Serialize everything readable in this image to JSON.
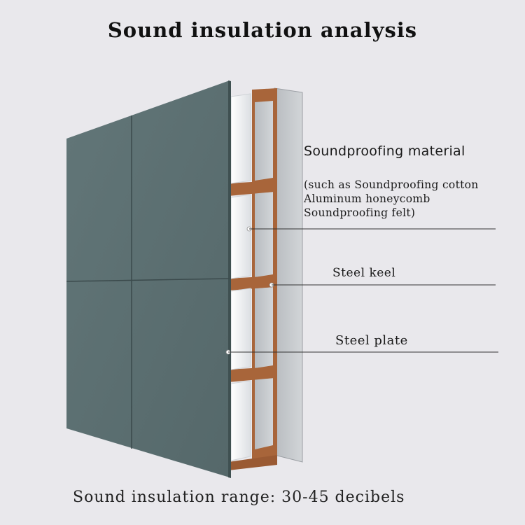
{
  "title": "Sound insulation analysis",
  "labels": {
    "soundproofing_material": "Soundproofing material",
    "material_examples": [
      "(such as Soundproofing cotton",
      "Aluminum honeycomb",
      "Soundproofing felt)"
    ],
    "steel_keel": "Steel keel",
    "steel_plate": "Steel plate"
  },
  "footer": "Sound insulation range: 30-45 decibels",
  "colors": {
    "background": "#e9e8ec",
    "panel": "#5b6f71",
    "panel_seam": "#3b4a4c",
    "keel": "#a8653a",
    "insulation": "#f2f3f5",
    "backing": "#c4c7cb"
  }
}
